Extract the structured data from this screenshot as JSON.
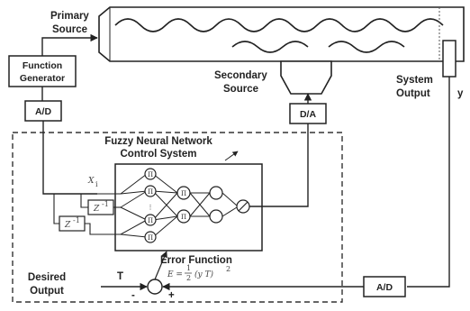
{
  "labels": {
    "primary_source": [
      "Primary",
      "Source"
    ],
    "function_generator": [
      "Function",
      "Generator"
    ],
    "ad_top": "A/D",
    "secondary_source": [
      "Secondary",
      "Source"
    ],
    "da": "D/A",
    "system_output": [
      "System",
      "Output"
    ],
    "y": "y",
    "fnn_title": [
      "Fuzzy Neural Network",
      "Control System"
    ],
    "xi": "X",
    "xi_sub": "i",
    "z1_top": "Z",
    "z1_bottom": "Z",
    "z_exp": "-1",
    "error_function": "Error Function",
    "error_eq_lhs": "E =",
    "error_eq_num": "1",
    "error_eq_den": "2",
    "error_eq_rhs": "(y   T)",
    "error_eq_exp": "2",
    "desired_output": [
      "Desired",
      "Output"
    ],
    "t": "T",
    "minus": "-",
    "plus": "+",
    "ad_bottom": "A/D",
    "pi_symbol": "Π",
    "node_dots": "⋮"
  },
  "colors": {
    "stroke": "#222222",
    "box_fill": "#ffffff",
    "dashed": "#333333"
  }
}
